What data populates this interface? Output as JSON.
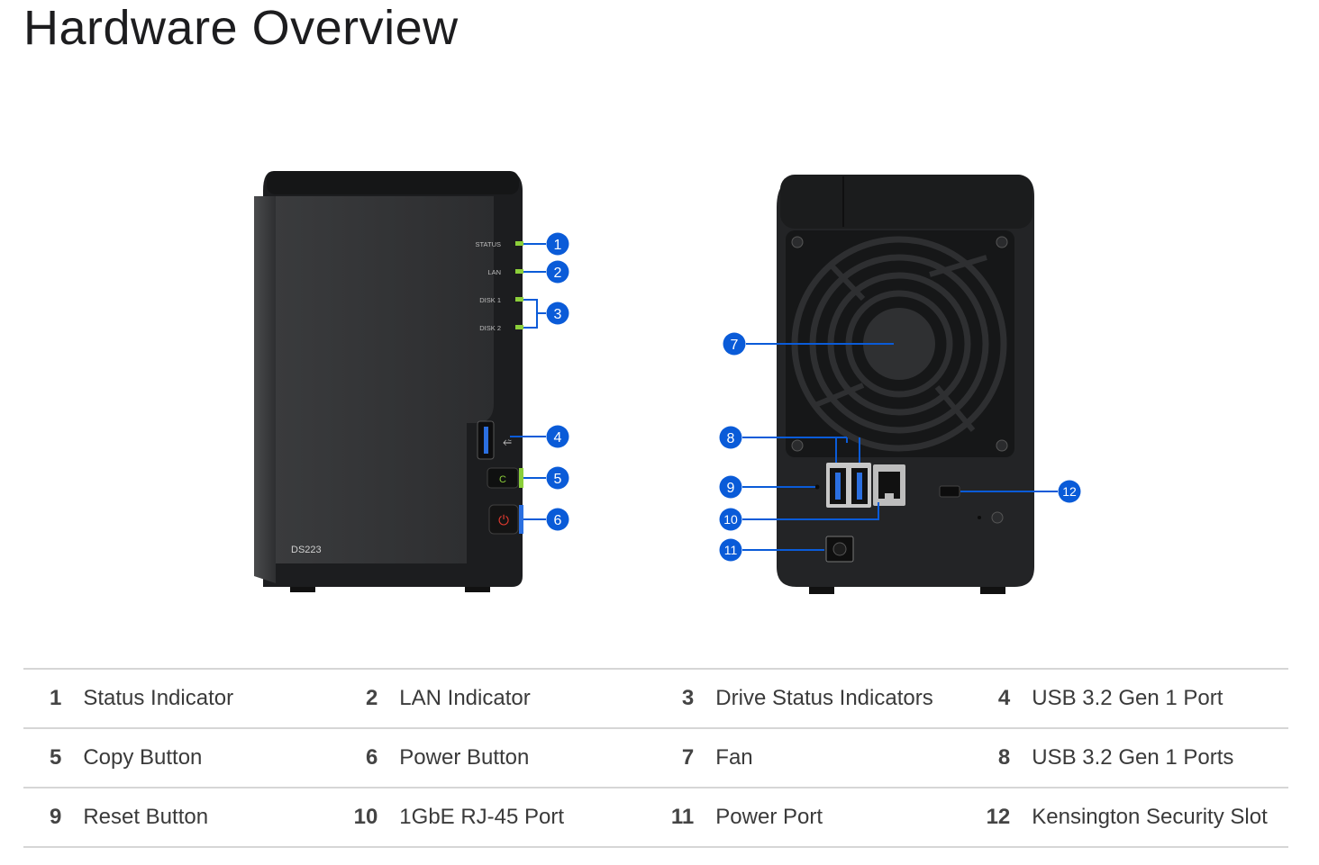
{
  "page": {
    "title": "Hardware Overview"
  },
  "front_panel": {
    "model_label": "DS223",
    "led_labels": [
      "STATUS",
      "LAN",
      "DISK 1",
      "DISK 2"
    ],
    "usb_symbol": "⭉",
    "copy_symbol": "C",
    "power_symbol": "⏻"
  },
  "callouts": {
    "front": [
      "1",
      "2",
      "3",
      "4",
      "5",
      "6"
    ],
    "back": [
      "7",
      "8",
      "9",
      "10",
      "11",
      "12"
    ]
  },
  "legend": {
    "rows": [
      [
        {
          "num": "1",
          "label": "Status Indicator"
        },
        {
          "num": "2",
          "label": "LAN Indicator"
        },
        {
          "num": "3",
          "label": "Drive Status Indicators"
        },
        {
          "num": "4",
          "label": "USB 3.2 Gen 1 Port"
        }
      ],
      [
        {
          "num": "5",
          "label": "Copy Button"
        },
        {
          "num": "6",
          "label": "Power Button"
        },
        {
          "num": "7",
          "label": "Fan"
        },
        {
          "num": "8",
          "label": "USB 3.2 Gen 1 Ports"
        }
      ],
      [
        {
          "num": "9",
          "label": "Reset Button"
        },
        {
          "num": "10",
          "label": "1GbE RJ-45 Port"
        },
        {
          "num": "11",
          "label": "Power Port"
        },
        {
          "num": "12",
          "label": "Kensington Security Slot"
        }
      ]
    ]
  },
  "colors": {
    "callout_blue": "#0a5bd8",
    "led_green": "#8ccf3a",
    "power_red": "#e03a2f",
    "usb_blue": "#2b6fe0",
    "device_body": "#2a2b2d"
  }
}
